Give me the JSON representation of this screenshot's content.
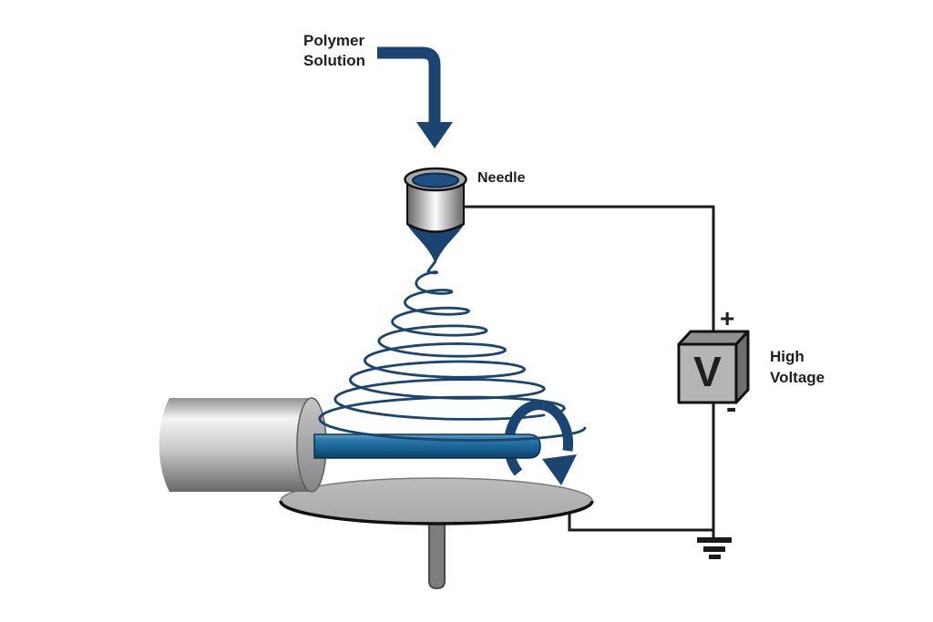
{
  "labels": {
    "polymer_solution": "Polymer\nSolution",
    "needle": "Needle",
    "high_voltage": "High\nVoltage",
    "plus": "+",
    "minus": "-",
    "voltmeter": "V"
  },
  "colors": {
    "ink": "#1f1f1f",
    "navy": "#1b4470",
    "shaft_blue": "#176396",
    "wire": "#1a1a1a",
    "disc_gray": "#b3b3b3",
    "stalk_gray": "#7d7d7d",
    "box_front": "#b5b5b5",
    "box_top": "#909090",
    "box_side": "#6e6e6e"
  }
}
